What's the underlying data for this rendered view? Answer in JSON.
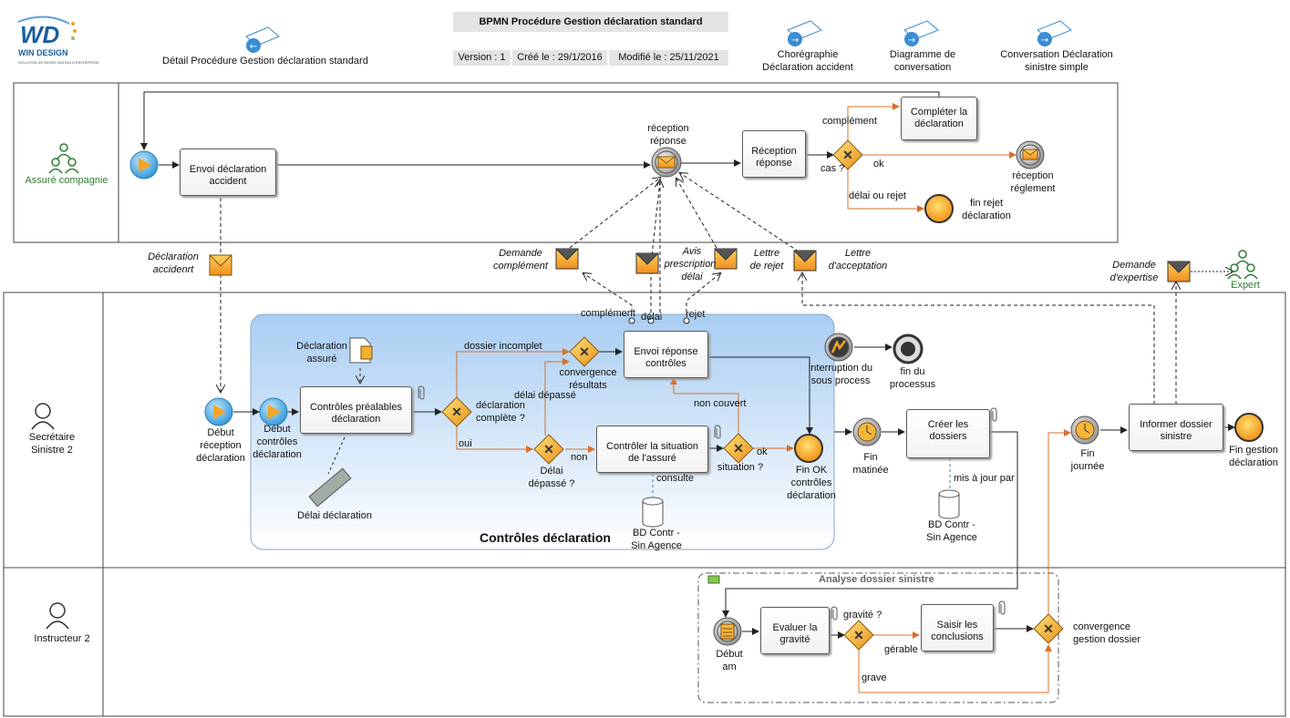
{
  "logo": {
    "name": "WIN DESIGN",
    "tagline": "SOLUTION DE MODÉLISATION D'ENTREPRISE"
  },
  "header": {
    "title": "BPMN Procédure Gestion déclaration standard",
    "version": "Version : 1",
    "created": "Créé le : 29/1/2016",
    "modified": "Modifié le : 25/11/2021"
  },
  "links": {
    "detail": "Détail Procédure Gestion déclaration standard",
    "choreo_1": "Chorégraphie",
    "choreo_2": "Déclaration accident",
    "conv_1": "Diagramme de",
    "conv_2": "conversation",
    "conv_simple_1": "Conversation Déclaration",
    "conv_simple_2": "sinistre simple"
  },
  "participants": {
    "assure": "Assuré compagnie",
    "expert": "Expert",
    "secretaire_1": "Secrétaire",
    "secretaire_2": "Sinistre 2",
    "instructeur": "Instructeur 2"
  },
  "tasks": {
    "envoi_declaration_1": "Envoi déclaration",
    "envoi_declaration_2": "accident",
    "reception_reponse_1": "Réception",
    "reception_reponse_2": "réponse",
    "completer_1": "Compléter la",
    "completer_2": "déclaration",
    "controles_prealables_1": "Contrôles préalables",
    "controles_prealables_2": "déclaration",
    "envoi_reponse_1": "Envoi réponse",
    "envoi_reponse_2": "contrôles",
    "controler_situation_1": "Contrôler la situation",
    "controler_situation_2": "de l'assuré",
    "creer_dossiers_1": "Créer les",
    "creer_dossiers_2": "dossiers",
    "informer_1": "Informer dossier",
    "informer_2": "sinistre",
    "evaluer_1": "Evaluer la",
    "evaluer_2": "gravité",
    "saisir_1": "Saisir les",
    "saisir_2": "conclusions"
  },
  "events": {
    "reception_reponse_evt_1": "réception",
    "reception_reponse_evt_2": "réponse",
    "reception_reglement_1": "réception",
    "reception_reglement_2": "réglement",
    "fin_rejet_1": "fin rejet",
    "fin_rejet_2": "déclaration",
    "debut_reception_1": "Début",
    "debut_reception_2": "réception",
    "debut_reception_3": "déclaration",
    "debut_controles_1": "Début",
    "debut_controles_2": "contrôles",
    "debut_controles_3": "déclaration",
    "fin_ok_1": "Fin OK",
    "fin_ok_2": "contrôles",
    "fin_ok_3": "déclaration",
    "interruption_1": "interruption du",
    "interruption_2": "sous process",
    "fin_processus_1": "fin du",
    "fin_processus_2": "processus",
    "fin_matinee_1": "Fin",
    "fin_matinee_2": "matinée",
    "fin_journee_1": "Fin",
    "fin_journee_2": "journée",
    "fin_gestion_1": "Fin gestion",
    "fin_gestion_2": "déclaration",
    "debut_am_1": "Début",
    "debut_am_2": "am"
  },
  "gateways": {
    "cas": "cas ?",
    "declaration_complete_1": "déclaration",
    "declaration_complete_2": "complète ?",
    "convergence_resultats_1": "convergence",
    "convergence_resultats_2": "résultats",
    "delai_depasse_1": "Délai",
    "delai_depasse_2": "dépassé ?",
    "situation": "situation ?",
    "gravite": "gravité ?",
    "convergence_dossier_1": "convergence",
    "convergence_dossier_2": "gestion dossier"
  },
  "flow_labels": {
    "complement": "complément",
    "ok": "ok",
    "delai_ou_rejet": "délai ou rejet",
    "dossier_incomplet": "dossier incomplet",
    "delai_depasse": "délai dépassé",
    "oui": "oui",
    "non": "non",
    "non_couvert": "non couvert",
    "ok2": "ok",
    "consulte": "consulte",
    "mis_a_jour": "mis à jour par",
    "gerable": "gérable",
    "grave": "grave",
    "msg_complement": "complément",
    "msg_delai": "délai",
    "msg_rejet": "rejet"
  },
  "messages": {
    "declaration_accident_1": "Déclaration",
    "declaration_accident_2": "accidenrt",
    "demande_complement_1": "Demande",
    "demande_complement_2": "complément",
    "avis_1": "Avis",
    "avis_2": "prescription",
    "avis_3": "délai",
    "lettre_rejet_1": "Lettre",
    "lettre_rejet_2": "de rejet",
    "lettre_acceptation_1": "Lettre",
    "lettre_acceptation_2": "d'acceptation",
    "demande_expertise_1": "Demande",
    "demande_expertise_2": "d'expertise"
  },
  "data": {
    "declaration_assure_1": "Déclaration",
    "declaration_assure_2": "assuré",
    "delai_declaration": "Délai déclaration",
    "bd_contr_1_1": "BD Contr -",
    "bd_contr_1_2": "Sin Agence",
    "bd_contr_2_1": "BD Contr -",
    "bd_contr_2_2": "Sin Agence"
  },
  "groups": {
    "controles": "Contrôles déclaration",
    "analyse": "Analyse dossier sinistre"
  },
  "colors": {
    "gateway": "#f2b33a",
    "start": "#3fa7df",
    "end": "#f2a21a",
    "flow": "#e07a2e",
    "subprocess": "#bcd9f5",
    "participant_green": "#2e7d32"
  }
}
